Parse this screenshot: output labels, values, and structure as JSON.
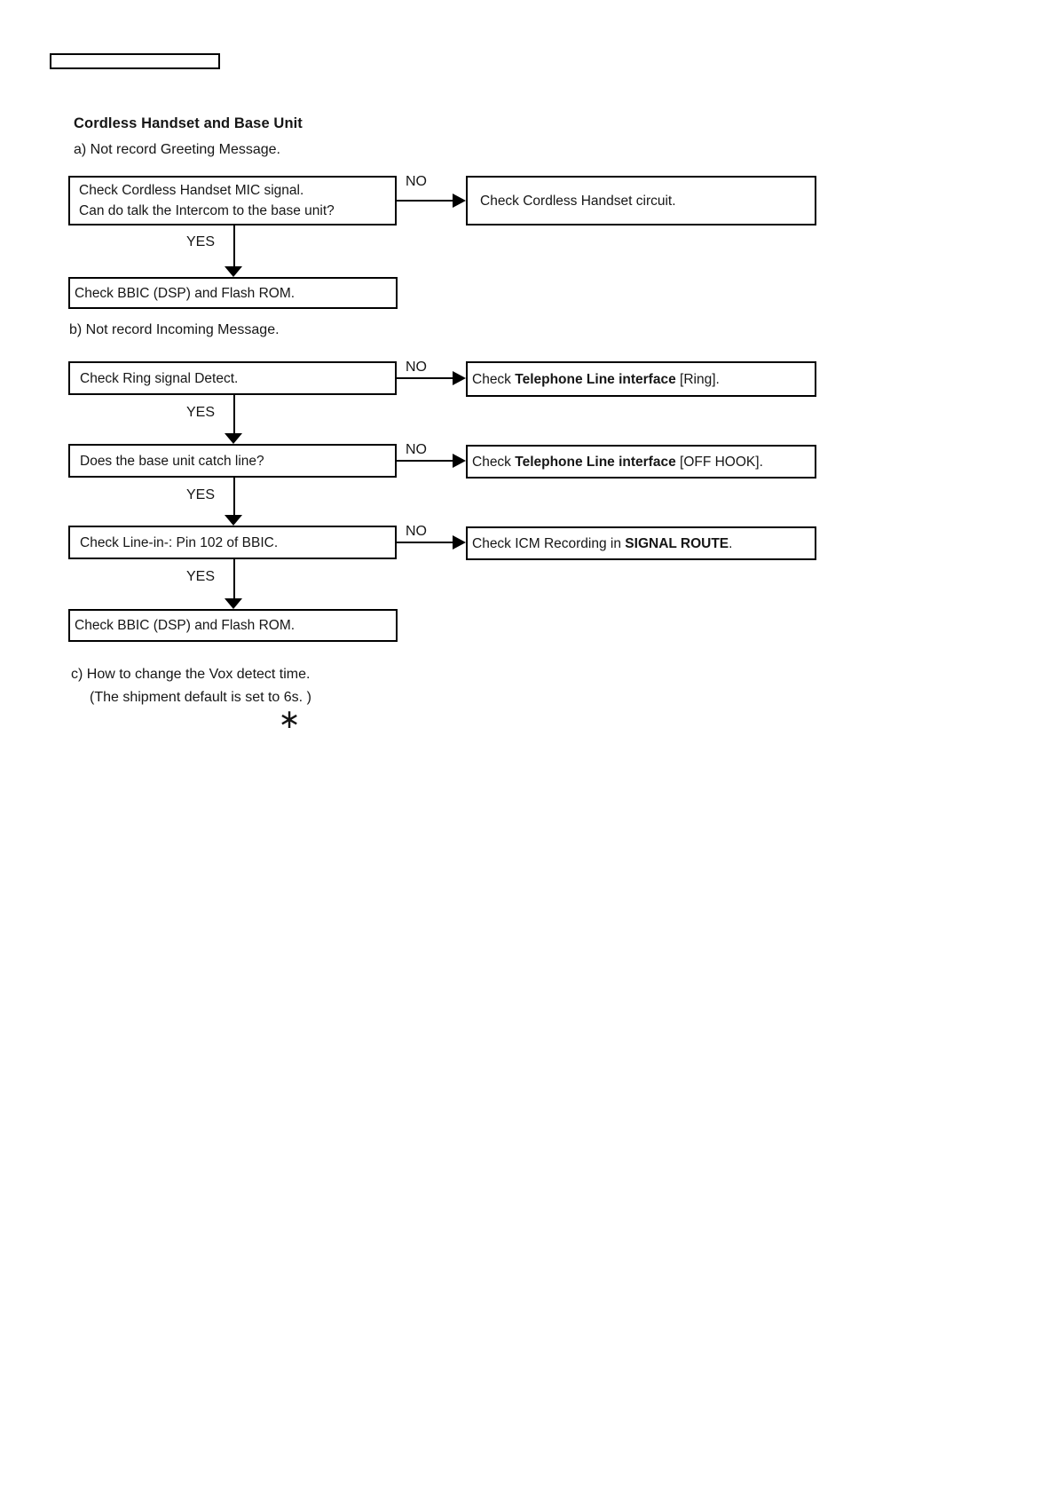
{
  "title": "Cordless Handset and Base Unit",
  "labels": {
    "yes": "YES",
    "no": "NO"
  },
  "sections": {
    "a": "a) Not record Greeting Message.",
    "b": "b) Not record Incoming Message.",
    "c": "c) How to change the Vox detect time.",
    "c_note": "(The shipment default is set to 6s. )",
    "c_symbol": "∗"
  },
  "flow_a": {
    "question": {
      "line1": "Check Cordless Handset MIC signal.",
      "line2": "Can do talk the Intercom to the base unit?"
    },
    "no_result": "Check Cordless Handset circuit.",
    "yes_result": "Check BBIC (DSP) and Flash ROM."
  },
  "flow_b": {
    "step1": {
      "question": "Check Ring signal Detect.",
      "no_result": {
        "prefix": "Check ",
        "bold": "Telephone Line interface",
        "suffix": " [Ring]."
      }
    },
    "step2": {
      "question": "Does the base unit catch line?",
      "no_result": {
        "prefix": "Check ",
        "bold": "Telephone Line interface",
        "suffix": " [OFF HOOK]."
      }
    },
    "step3": {
      "question": "Check Line-in-: Pin 102 of BBIC.",
      "no_result": {
        "prefix": "Check ICM Recording in ",
        "bold": "SIGNAL ROUTE",
        "suffix": "."
      }
    },
    "yes_result": "Check BBIC (DSP) and Flash ROM."
  }
}
